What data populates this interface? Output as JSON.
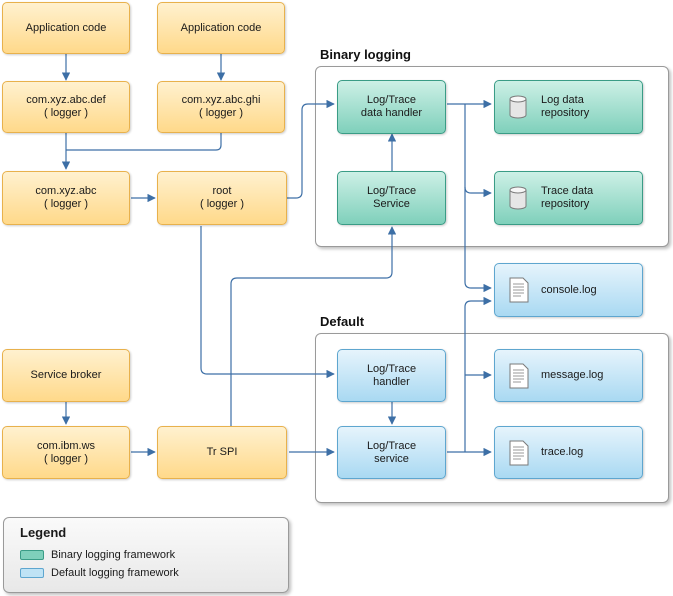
{
  "groups": {
    "binary": "Binary logging",
    "default": "Default"
  },
  "nodes": {
    "app1": "Application code",
    "app2": "Application code",
    "def": "com.xyz.abc.def\n( logger )",
    "ghi": "com.xyz.abc.ghi\n( logger )",
    "abc": "com.xyz.abc\n( logger )",
    "root": "root\n( logger )",
    "broker": "Service broker",
    "ws": "com.ibm.ws\n( logger )",
    "trspi": "Tr SPI",
    "bin_handler": "Log/Trace\ndata handler",
    "bin_service": "Log/Trace\nService",
    "log_repo": "Log data\nrepository",
    "trace_repo": "Trace data\nrepository",
    "console": "console.log",
    "def_handler": "Log/Trace\nhandler",
    "def_service": "Log/Trace\nservice",
    "message": "message.log",
    "trace": "trace.log"
  },
  "legend": {
    "title": "Legend",
    "items": [
      {
        "label": "Binary logging framework",
        "color": "#7fd0bb"
      },
      {
        "label": "Default logging framework",
        "color": "#bfe3f5"
      }
    ]
  },
  "colors": {
    "edge": "#3d6fa6",
    "orange_fill": "#ffd98a",
    "teal_fill": "#7fd0bb",
    "blue_fill": "#a9d9f2"
  }
}
